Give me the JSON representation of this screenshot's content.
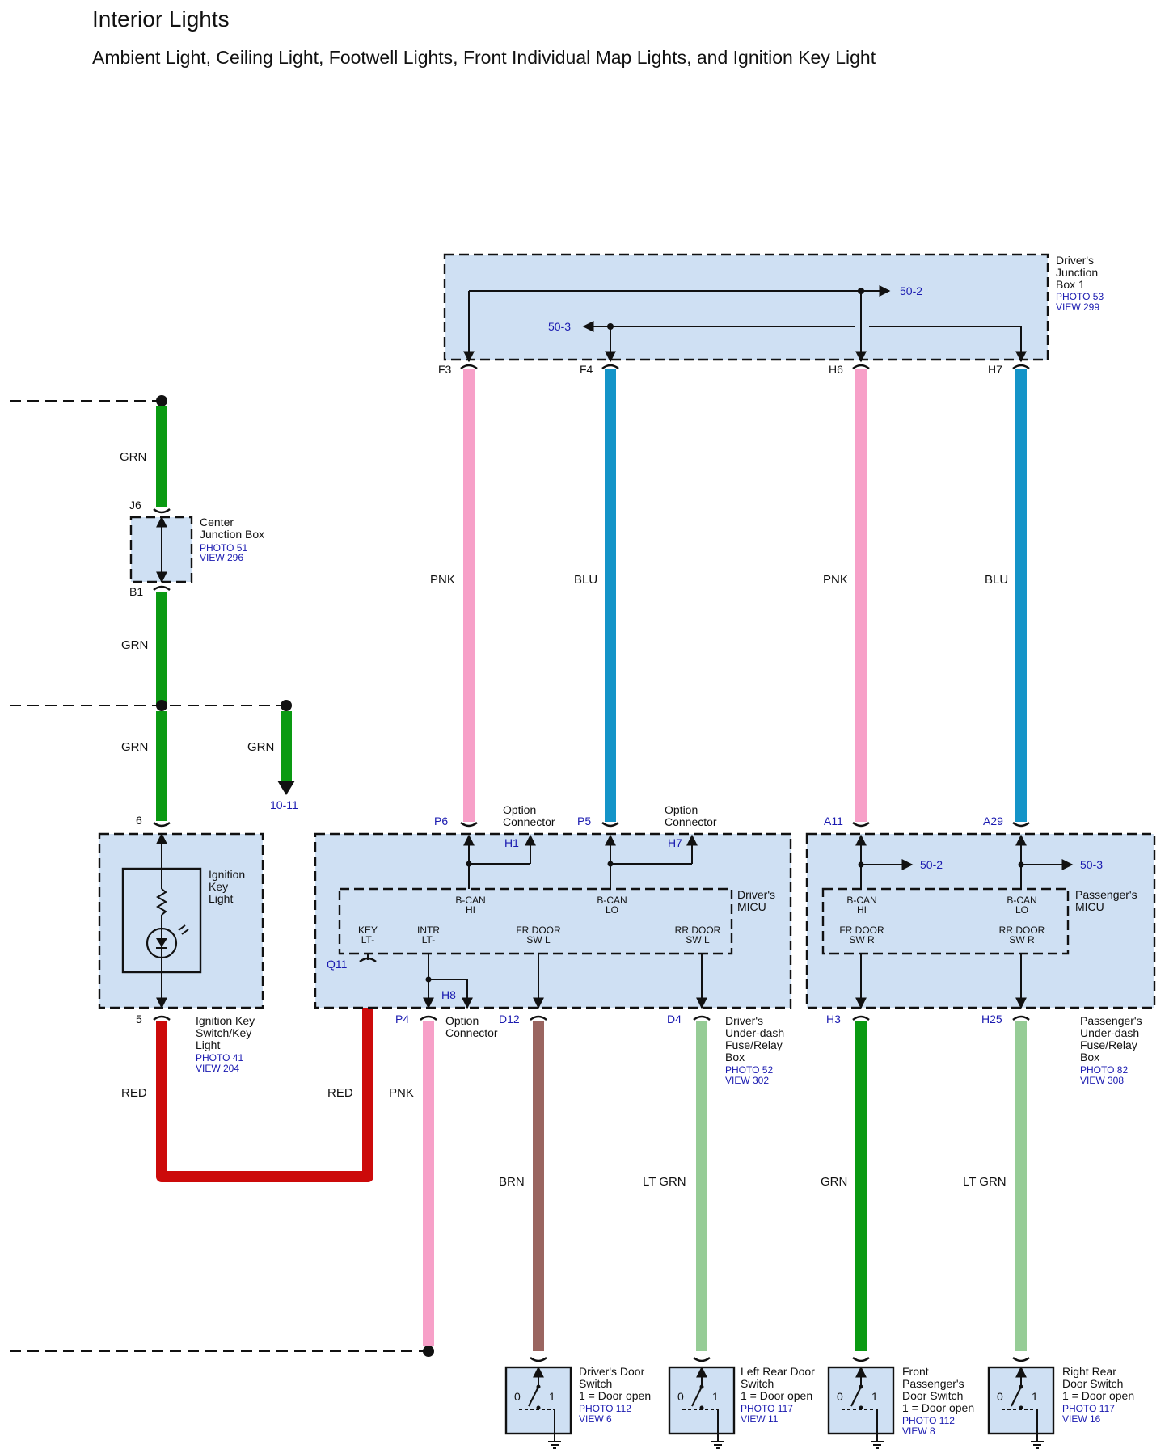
{
  "header": {
    "title": "Interior Lights",
    "subtitle": "Ambient Light, Ceiling Light, Footwell Lights, Front Individual Map Lights, and Ignition Key Light"
  },
  "colors": {
    "GRN": "#0a9a12",
    "PNK": "#f7a0c8",
    "BLU": "#1494c8",
    "RED": "#cc0a0a",
    "BRN": "#9a6560",
    "LT_GRN": "#96cc96",
    "box_fill": "#cfe0f3",
    "link_blue": "#1a1ab0"
  },
  "wires": {
    "grn_top": "GRN",
    "grn_mid": "GRN",
    "grn_low": "GRN",
    "grn_branch": "GRN",
    "pnk_f3": "PNK",
    "blu_f4": "BLU",
    "pnk_h6": "PNK",
    "blu_h7": "BLU",
    "red_left": "RED",
    "red_right": "RED",
    "pnk_p4": "PNK",
    "brn_d12": "BRN",
    "ltgrn_d4": "LT GRN",
    "grn_h3": "GRN",
    "ltgrn_h25": "LT GRN"
  },
  "refs": {
    "to_10_11": "10-11",
    "jb_50_2": "50-2",
    "jb_50_3": "50-3",
    "pm_50_2": "50-2",
    "pm_50_3": "50-3"
  },
  "pins": {
    "F3": "F3",
    "F4": "F4",
    "H6": "H6",
    "H7": "H7",
    "J6": "J6",
    "B1": "B1",
    "pin6": "6",
    "pin5": "5",
    "P6": "P6",
    "P5": "P5",
    "H1": "H1",
    "H7o": "H7",
    "A11": "A11",
    "A29": "A29",
    "Q11": "Q11",
    "P4": "P4",
    "H8": "H8",
    "D12": "D12",
    "D4": "D4",
    "H3": "H3",
    "H25": "H25"
  },
  "components": {
    "djb1": {
      "name": [
        "Driver's",
        "Junction",
        "Box 1"
      ],
      "photo": "PHOTO 53",
      "view": "VIEW 299"
    },
    "cjb": {
      "name": [
        "Center",
        "Junction Box"
      ],
      "photo": "PHOTO 51",
      "view": "VIEW 296"
    },
    "ikl": {
      "name": [
        "Ignition",
        "Key",
        "Light"
      ]
    },
    "iks": {
      "name": [
        "Ignition Key",
        "Switch/Key",
        "Light"
      ],
      "photo": "PHOTO 41",
      "view": "VIEW 204"
    },
    "option1": [
      "Option",
      "Connector"
    ],
    "option2": [
      "Option",
      "Connector"
    ],
    "option3": [
      "Option",
      "Connector"
    ],
    "dmicu": {
      "name": [
        "Driver's",
        "MICU"
      ]
    },
    "pmicu": {
      "name": [
        "Passenger's",
        "MICU"
      ]
    },
    "dufrb": {
      "name": [
        "Driver's",
        "Under-dash",
        "Fuse/Relay",
        "Box"
      ],
      "photo": "PHOTO 52",
      "view": "VIEW 302"
    },
    "pufrb": {
      "name": [
        "Passenger's",
        "Under-dash",
        "Fuse/Relay",
        "Box"
      ],
      "photo": "PHOTO 82",
      "view": "VIEW 308"
    }
  },
  "terminals": {
    "dm_bcan_hi": [
      "B-CAN",
      "HI"
    ],
    "dm_bcan_lo": [
      "B-CAN",
      "LO"
    ],
    "dm_key": [
      "KEY",
      "LT-"
    ],
    "dm_intr": [
      "INTR",
      "LT-"
    ],
    "dm_frdoor": [
      "FR DOOR",
      "SW L"
    ],
    "dm_rrdoor": [
      "RR DOOR",
      "SW L"
    ],
    "pm_bcan_hi": [
      "B-CAN",
      "HI"
    ],
    "pm_bcan_lo": [
      "B-CAN",
      "LO"
    ],
    "pm_frdoor": [
      "FR DOOR",
      "SW R"
    ],
    "pm_rrdoor": [
      "RR DOOR",
      "SW R"
    ]
  },
  "switches": [
    {
      "name": [
        "Driver's Door",
        "Switch",
        "1 = Door open"
      ],
      "photo": "PHOTO 112",
      "view": "VIEW 6"
    },
    {
      "name": [
        "Left Rear Door",
        "Switch",
        "1 = Door open"
      ],
      "photo": "PHOTO 117",
      "view": "VIEW 11"
    },
    {
      "name": [
        "Front",
        "Passenger's",
        "Door Switch",
        "1 = Door open"
      ],
      "photo": "PHOTO 112",
      "view": "VIEW 8"
    },
    {
      "name": [
        "Right Rear",
        "Door Switch",
        "1 = Door open"
      ],
      "photo": "PHOTO 117",
      "view": "VIEW 16"
    }
  ],
  "switch_states": {
    "off": "0",
    "on": "1"
  }
}
